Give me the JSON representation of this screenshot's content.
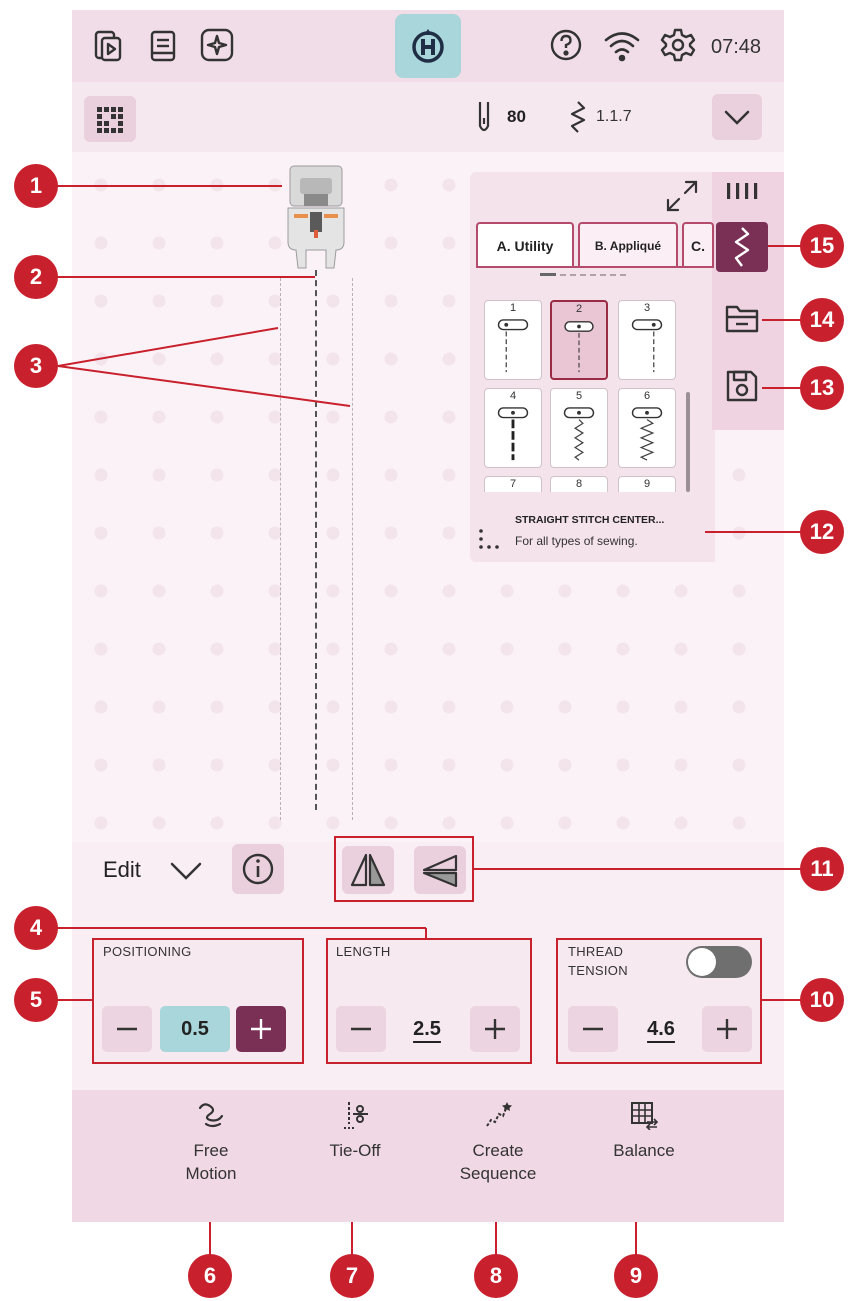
{
  "topbar": {
    "time": "07:48",
    "icons": [
      "tablet-play-icon",
      "manual-icon",
      "sparkle-icon",
      "husqvarna-logo-icon",
      "help-icon",
      "wifi-icon",
      "settings-icon"
    ]
  },
  "subbar": {
    "needle_size": "80",
    "stitch_id": "1.1.7"
  },
  "stitch_menu": {
    "tabs": [
      {
        "label": "A. Utility",
        "active": true
      },
      {
        "label": "B. Appliqué",
        "active": false
      },
      {
        "label": "C.",
        "active": false
      }
    ],
    "stitches": [
      {
        "number": "1",
        "selected": false,
        "style": "straight-left"
      },
      {
        "number": "2",
        "selected": true,
        "style": "straight-center"
      },
      {
        "number": "3",
        "selected": false,
        "style": "straight-right"
      },
      {
        "number": "4",
        "selected": false,
        "style": "triple"
      },
      {
        "number": "5",
        "selected": false,
        "style": "zigzag"
      },
      {
        "number": "6",
        "selected": false,
        "style": "zigzag-wide"
      },
      {
        "number": "7",
        "selected": false,
        "style": "partial"
      },
      {
        "number": "8",
        "selected": false,
        "style": "partial"
      },
      {
        "number": "9",
        "selected": false,
        "style": "partial"
      }
    ],
    "description_title": "STRAIGHT STITCH CENTER...",
    "description_text": "For all types of sewing."
  },
  "edit": {
    "label": "Edit"
  },
  "positioning": {
    "title": "POSITIONING",
    "value": "0.5"
  },
  "length": {
    "title": "LENGTH",
    "value": "2.5"
  },
  "thread_tension": {
    "title_line1": "THREAD",
    "title_line2": "TENSION",
    "value": "4.6",
    "toggle_on": false
  },
  "bottom": {
    "free_motion_line1": "Free",
    "free_motion_line2": "Motion",
    "tie_off": "Tie-Off",
    "create_sequence_line1": "Create",
    "create_sequence_line2": "Sequence",
    "balance": "Balance"
  },
  "callouts": {
    "c1": "1",
    "c2": "2",
    "c3": "3",
    "c4": "4",
    "c5": "5",
    "c6": "6",
    "c7": "7",
    "c8": "8",
    "c9": "9",
    "c10": "10",
    "c11": "11",
    "c12": "12",
    "c13": "13",
    "c14": "14",
    "c15": "15"
  },
  "colors": {
    "accent": "#7a2f55",
    "callout": "#c8202c",
    "teal": "#a9d6da"
  }
}
